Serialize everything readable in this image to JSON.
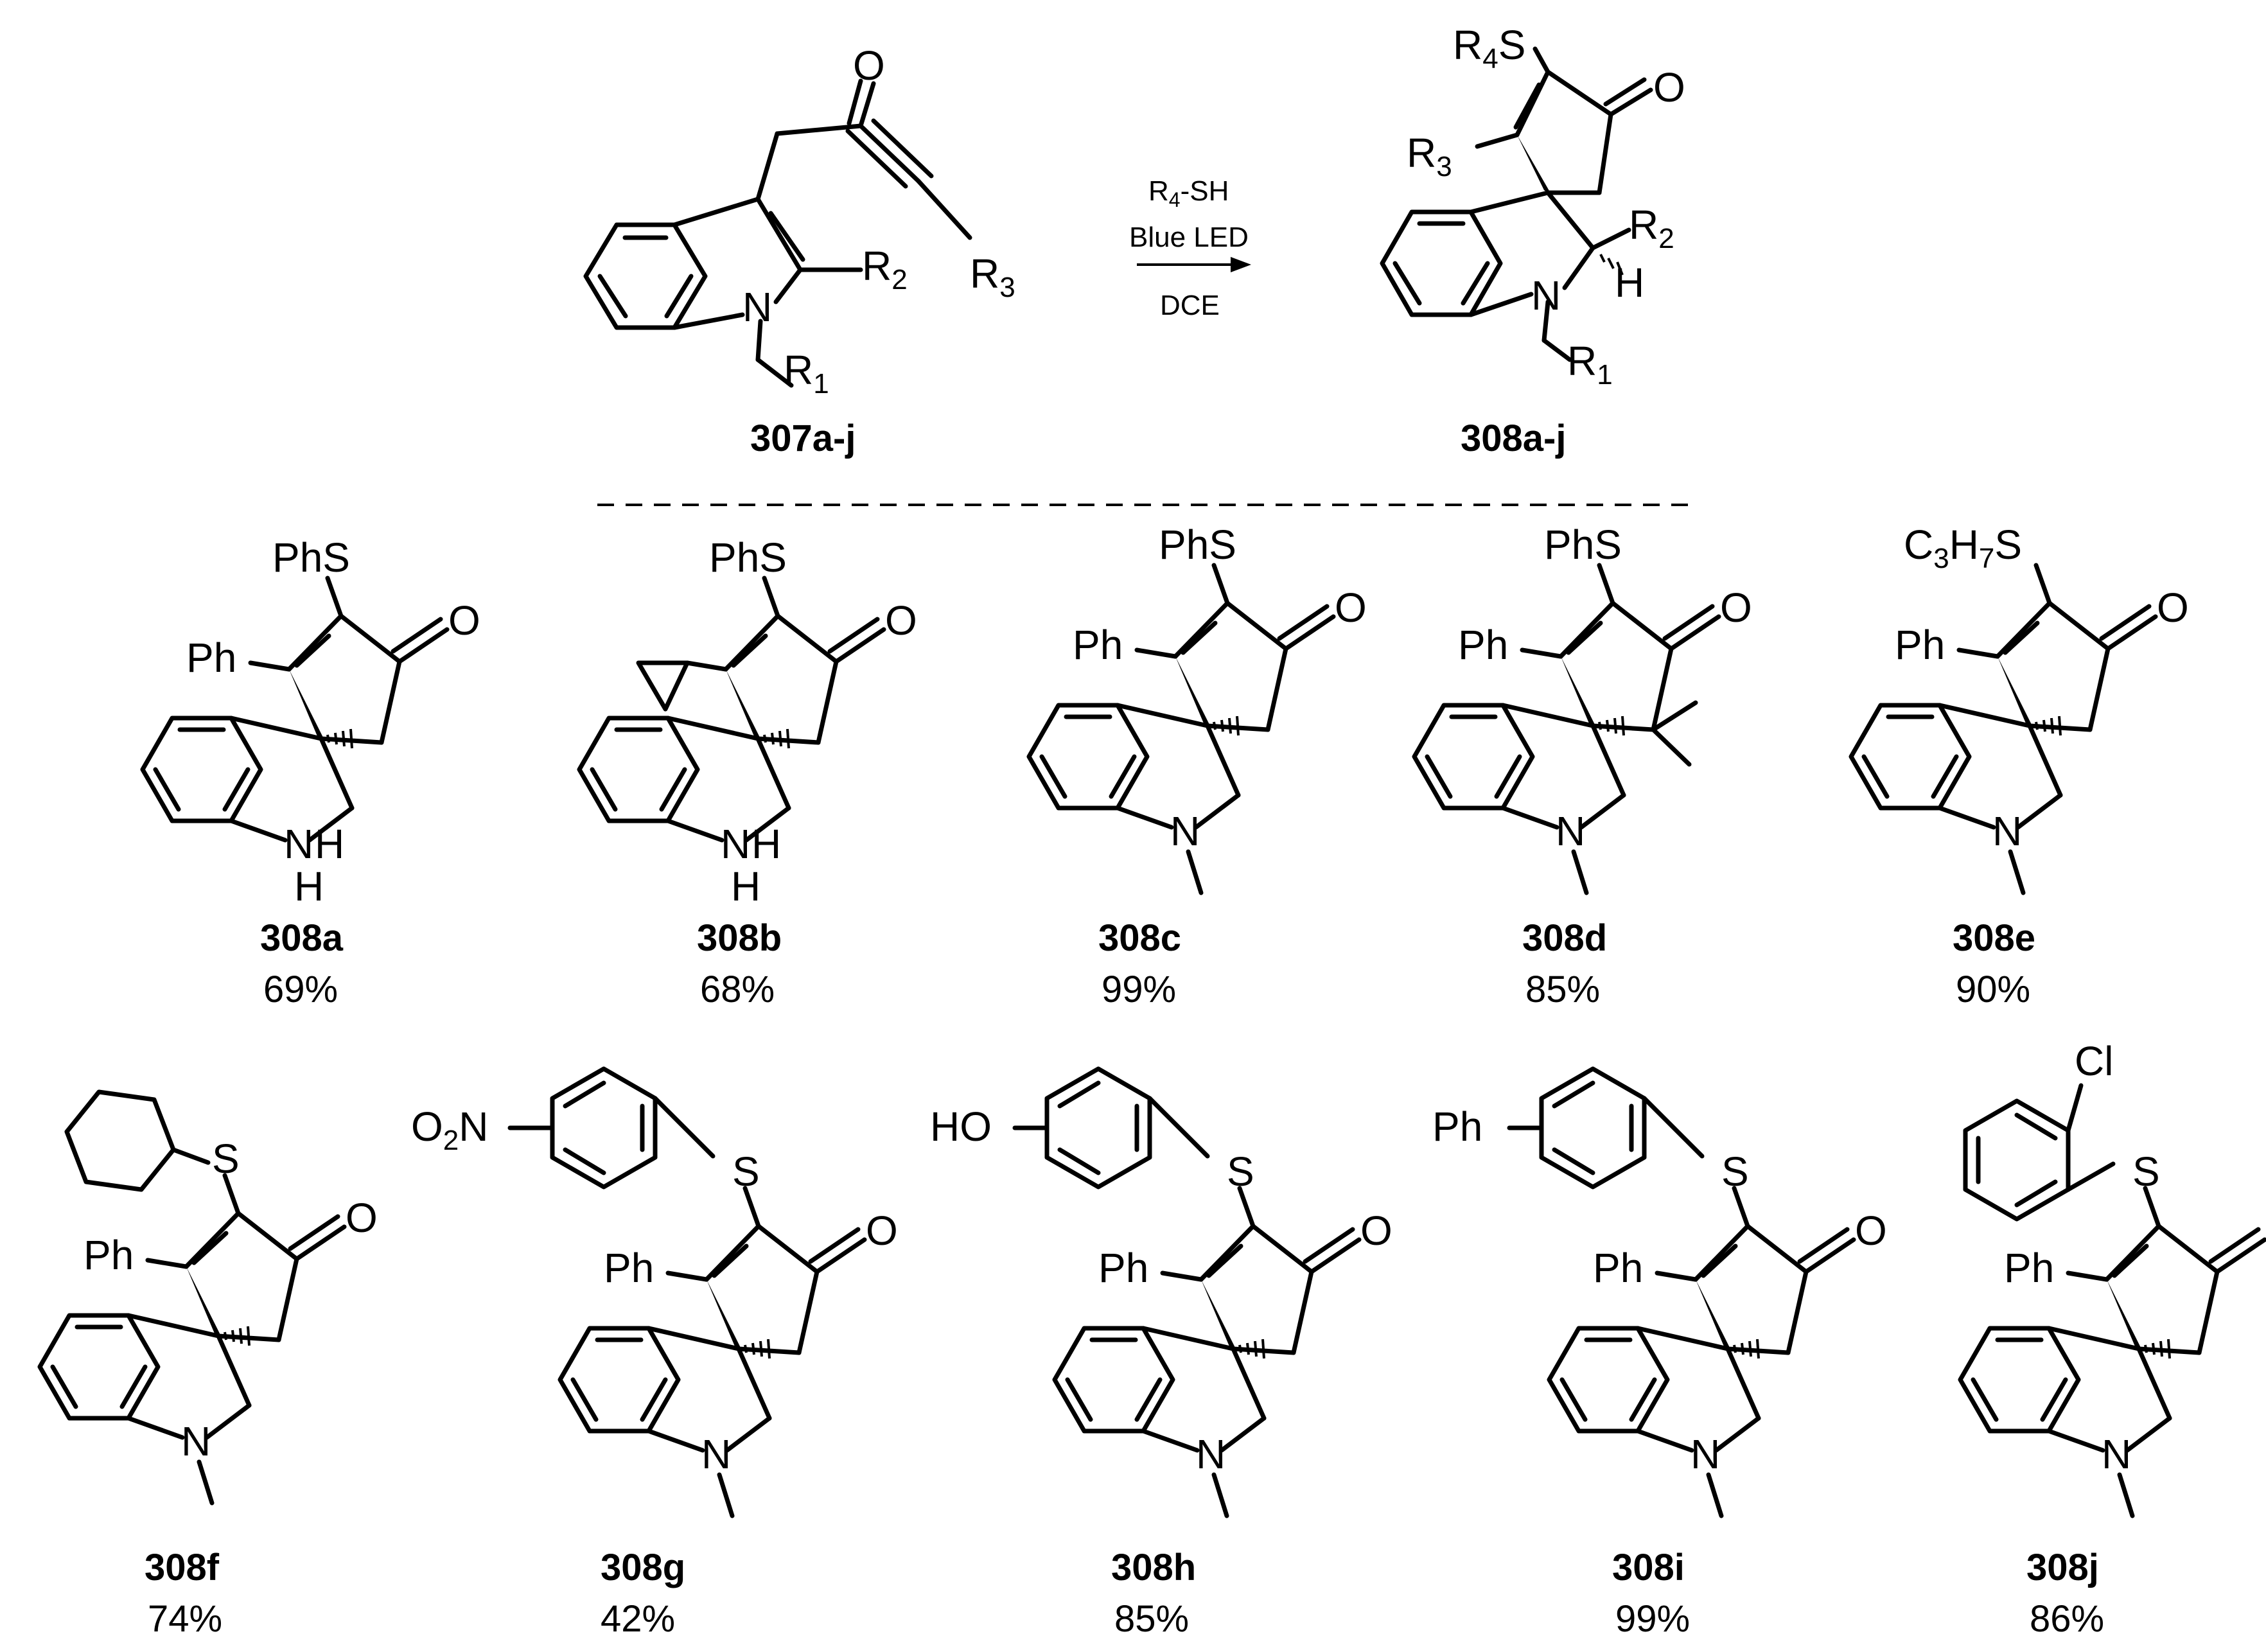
{
  "reaction": {
    "reactant_label": "307a-j",
    "product_label": "308a-j",
    "conditions": {
      "reagent": "R4-SH",
      "light": "Blue LED",
      "solvent": "DCE"
    }
  },
  "examples": [
    {
      "label": "308a",
      "yield": "69%",
      "thio": "PhS",
      "r3": "Ph",
      "n_sub": "H"
    },
    {
      "label": "308b",
      "yield": "68%",
      "thio": "PhS",
      "r3": "cyclopropyl",
      "n_sub": "H"
    },
    {
      "label": "308c",
      "yield": "99%",
      "thio": "PhS",
      "r3": "Ph",
      "n_sub": "methyl"
    },
    {
      "label": "308d",
      "yield": "85%",
      "thio": "PhS",
      "r3": "Ph",
      "n_sub": "methyl"
    },
    {
      "label": "308e",
      "yield": "90%",
      "thio": "C3H7S",
      "r3": "Ph",
      "n_sub": "methyl"
    },
    {
      "label": "308f",
      "yield": "74%",
      "thio": "cyclohexyl-S",
      "r3": "Ph",
      "n_sub": "methyl"
    },
    {
      "label": "308g",
      "yield": "42%",
      "thio": "O2N-aryl-S",
      "r3": "Ph",
      "n_sub": "methyl"
    },
    {
      "label": "308h",
      "yield": "85%",
      "thio": "HO-aryl-S",
      "r3": "Ph",
      "n_sub": "methyl"
    },
    {
      "label": "308i",
      "yield": "99%",
      "thio": "Ph-aryl-S",
      "r3": "Ph",
      "n_sub": "methyl"
    },
    {
      "label": "308j",
      "yield": "86%",
      "thio": "2-Cl-aryl-S",
      "r3": "Ph",
      "n_sub": "methyl"
    }
  ]
}
